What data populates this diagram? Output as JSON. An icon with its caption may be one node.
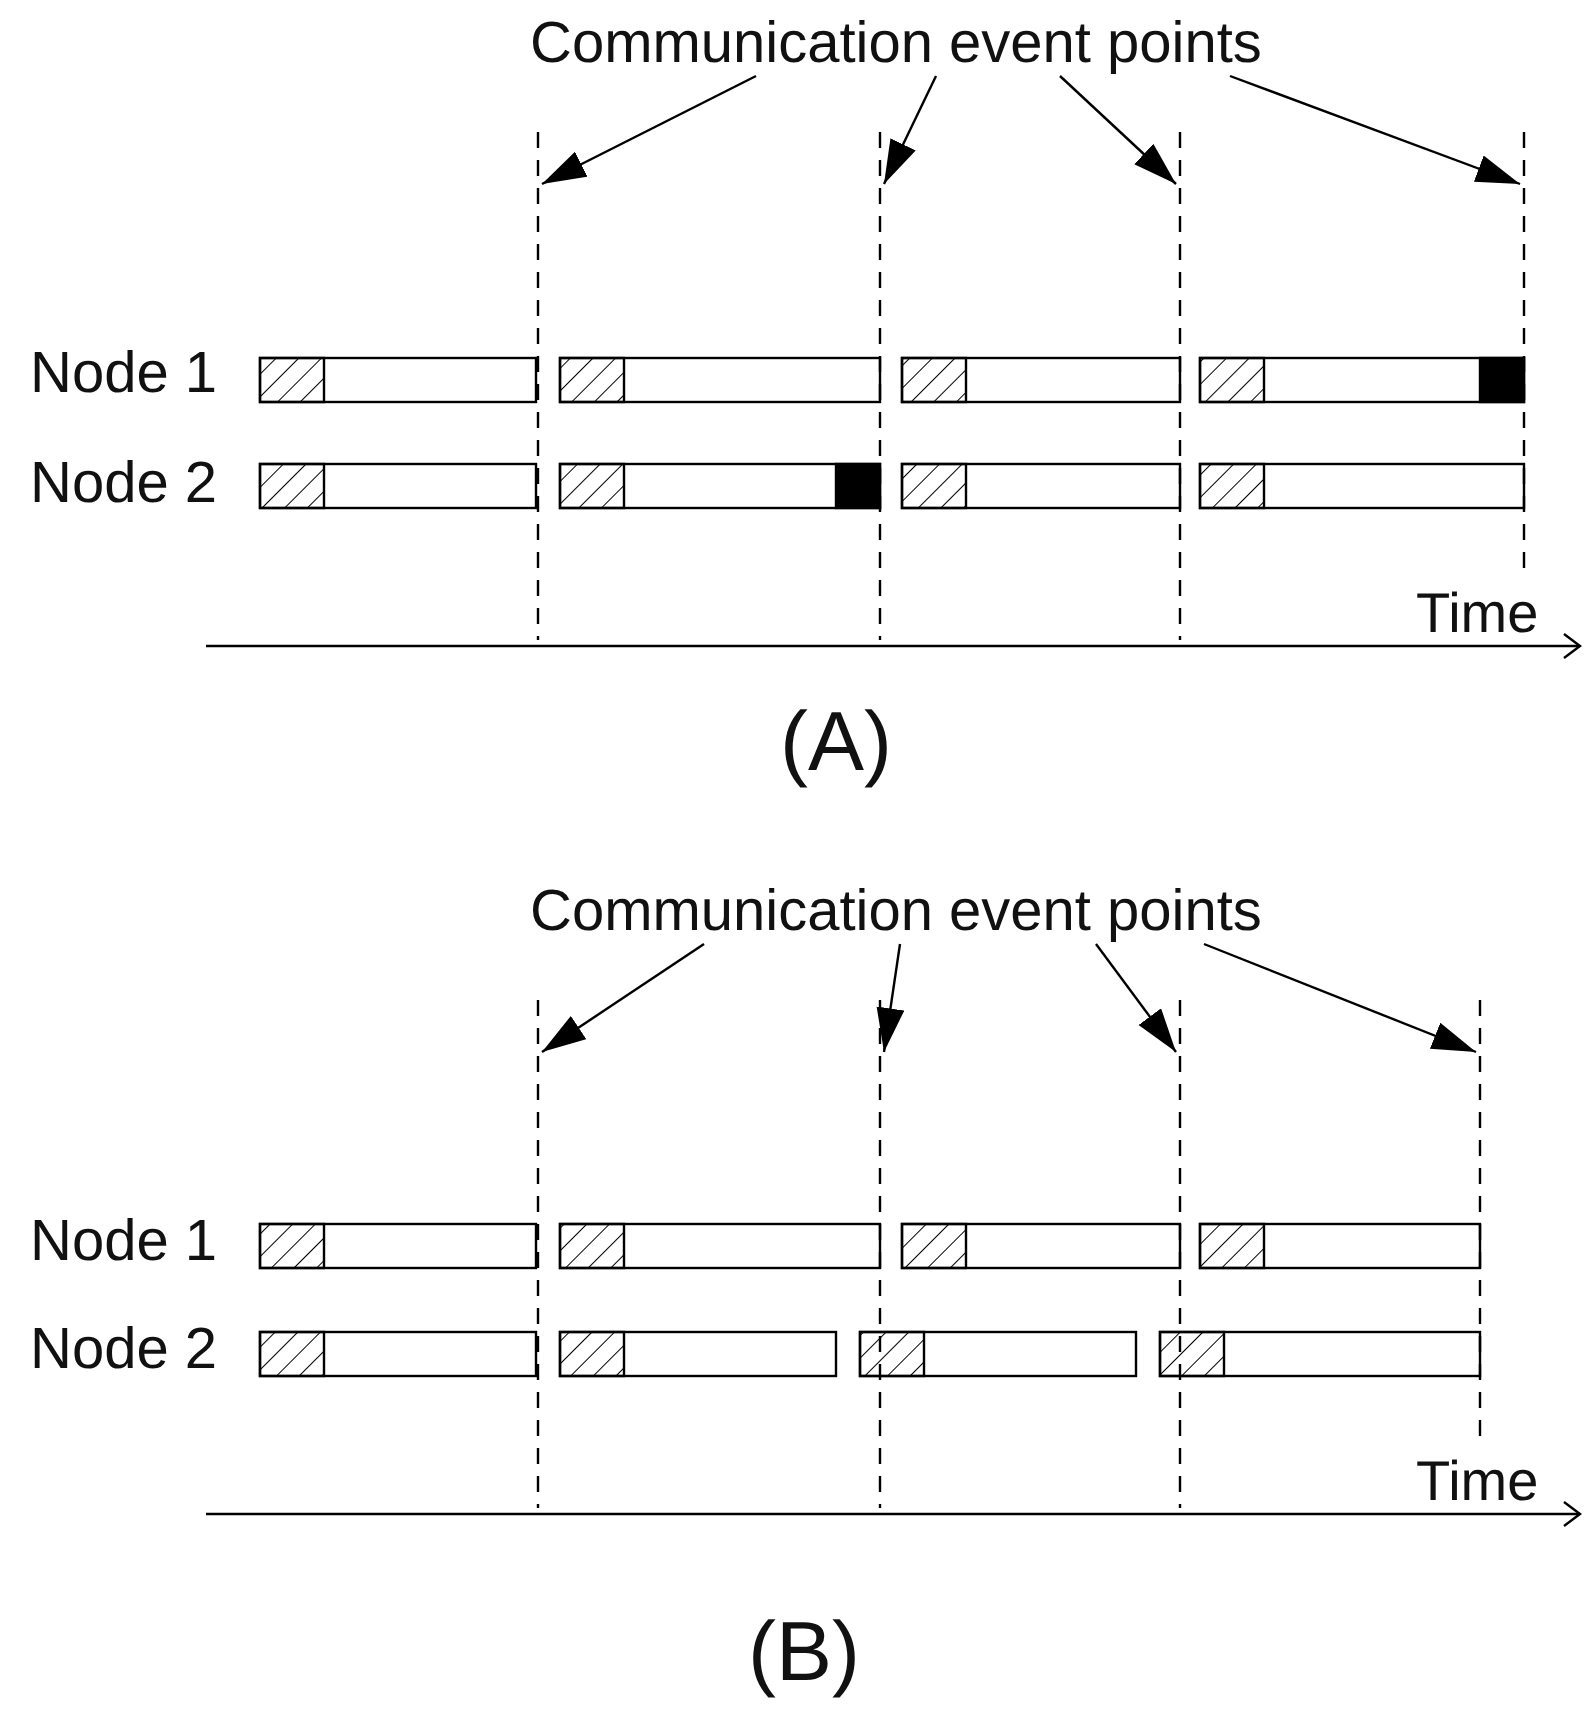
{
  "diagram": {
    "nodes": [
      {
        "text": [
          "Communication event points"
        ]
      },
      {
        "text": [],
        "shape": "line"
      },
      {
        "text": [],
        "shape": "line"
      },
      {
        "text": [],
        "shape": "line"
      },
      {
        "text": [],
        "shape": "line"
      },
      {
        "text": [
          "Communication event points"
        ]
      },
      {
        "text": [],
        "shape": "line"
      },
      {
        "text": [],
        "shape": "line"
      },
      {
        "text": [],
        "shape": "line"
      },
      {
        "text": [],
        "shape": "line"
      }
    ],
    "edges": [
      {
        "from": 0,
        "to": 1,
        "arrow": "to"
      },
      {
        "from": 0,
        "to": 2,
        "arrow": "to"
      },
      {
        "from": 0,
        "to": 3,
        "arrow": "to"
      },
      {
        "from": 0,
        "to": 4,
        "arrow": "to"
      },
      {
        "from": 5,
        "to": 6,
        "arrow": "to"
      },
      {
        "from": 5,
        "to": 7,
        "arrow": "to"
      },
      {
        "from": 5,
        "to": 8,
        "arrow": "to"
      },
      {
        "from": 5,
        "to": 9,
        "arrow": "to"
      }
    ],
    "labels": [
      "Node 1",
      "Node 2",
      "Time",
      "(A)",
      "Node 1",
      "Node 2",
      "Time",
      "(B)"
    ]
  }
}
